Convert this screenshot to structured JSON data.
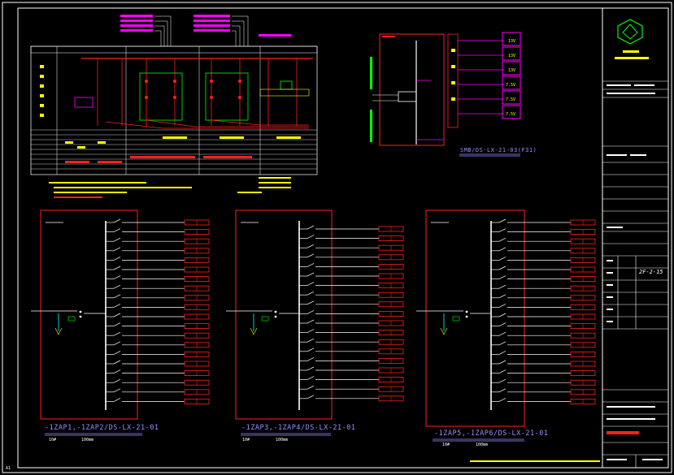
{
  "colors": {
    "background": "#000000",
    "frame": "#ffffff",
    "panel_border": "#ff2020",
    "busbar": "#ffffff",
    "magenta": "#ff00ff",
    "label_blue": "#9b8cff",
    "yellow": "#ffff00",
    "green": "#00ff00",
    "cyan": "#00ffff"
  },
  "drawing": {
    "panel1_caption": "-1ZAP1,-1ZAP2/DS-LX-21-01",
    "panel2_caption": "-1ZAP3,-1ZAP4/DS-LX-21-01",
    "panel3_caption": "-1ZAP5,-1ZAP6/DS-LX-21-01",
    "panel1_sub": "10#",
    "panel2_sub": "10#",
    "panel3_sub": "10#",
    "panel_sub_size": "100mm",
    "right_diagram_caption": "SMB/DS-LX-21-03(F31)",
    "meter_values": [
      "13V",
      "13V",
      "13V",
      "7.5V",
      "7.5V",
      "7.5V"
    ],
    "corner_mark": "A1"
  },
  "title_block": {
    "revision_mark": "2F-2-15",
    "logo_icon": "company-logo-icon"
  }
}
